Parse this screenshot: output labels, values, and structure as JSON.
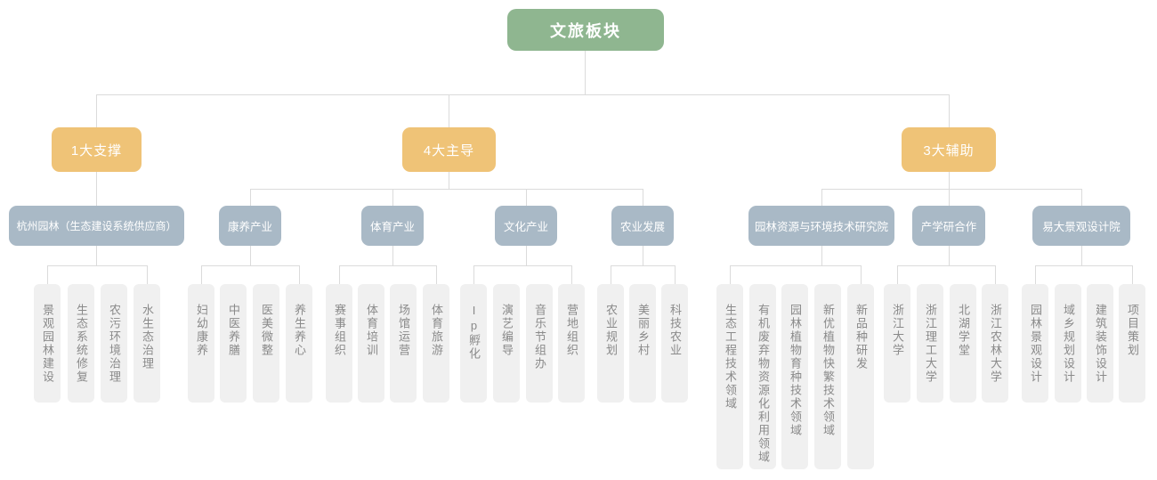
{
  "root": {
    "label": "文旅板块"
  },
  "branches": [
    {
      "label": "1大支撑",
      "children": [
        {
          "label": "杭州园林（生态建设系统供应商）",
          "leaves": [
            "景观园林建设",
            "生态系统修复",
            "农污环境治理",
            "水生态治理"
          ]
        }
      ]
    },
    {
      "label": "4大主导",
      "children": [
        {
          "label": "康养产业",
          "leaves": [
            "妇幼康养",
            "中医养膳",
            "医美微整",
            "养生养心"
          ]
        },
        {
          "label": "体育产业",
          "leaves": [
            "赛事组织",
            "体育培训",
            "场馆运营",
            "体育旅游"
          ]
        },
        {
          "label": "文化产业",
          "leaves": [
            "Ip孵化",
            "演艺编导",
            "音乐节组办",
            "营地组织"
          ]
        },
        {
          "label": "农业发展",
          "leaves": [
            "农业规划",
            "美丽乡村",
            "科技农业"
          ]
        }
      ]
    },
    {
      "label": "3大辅助",
      "children": [
        {
          "label": "园林资源与环境技术研究院",
          "leaves": [
            "生态工程技术领域",
            "有机废弃物资源化利用领域",
            "园林植物育种技术领域",
            "新优植物快繁技术领域",
            "新品种研发"
          ]
        },
        {
          "label": "产学研合作",
          "leaves": [
            "浙江大学",
            "浙江理工大学",
            "北湖学堂",
            "浙江农林大学"
          ]
        },
        {
          "label": "易大景观设计院",
          "leaves": [
            "园林景观设计",
            "域乡规划设计",
            "建筑装饰设计",
            "项目策划"
          ]
        }
      ]
    }
  ],
  "colors": {
    "green": "#8FB690",
    "orange": "#EFC377",
    "blue": "#A9B9C6",
    "leaf": "#F0F0F0",
    "leafText": "#8A8A8A",
    "line": "#DBDBDB"
  }
}
